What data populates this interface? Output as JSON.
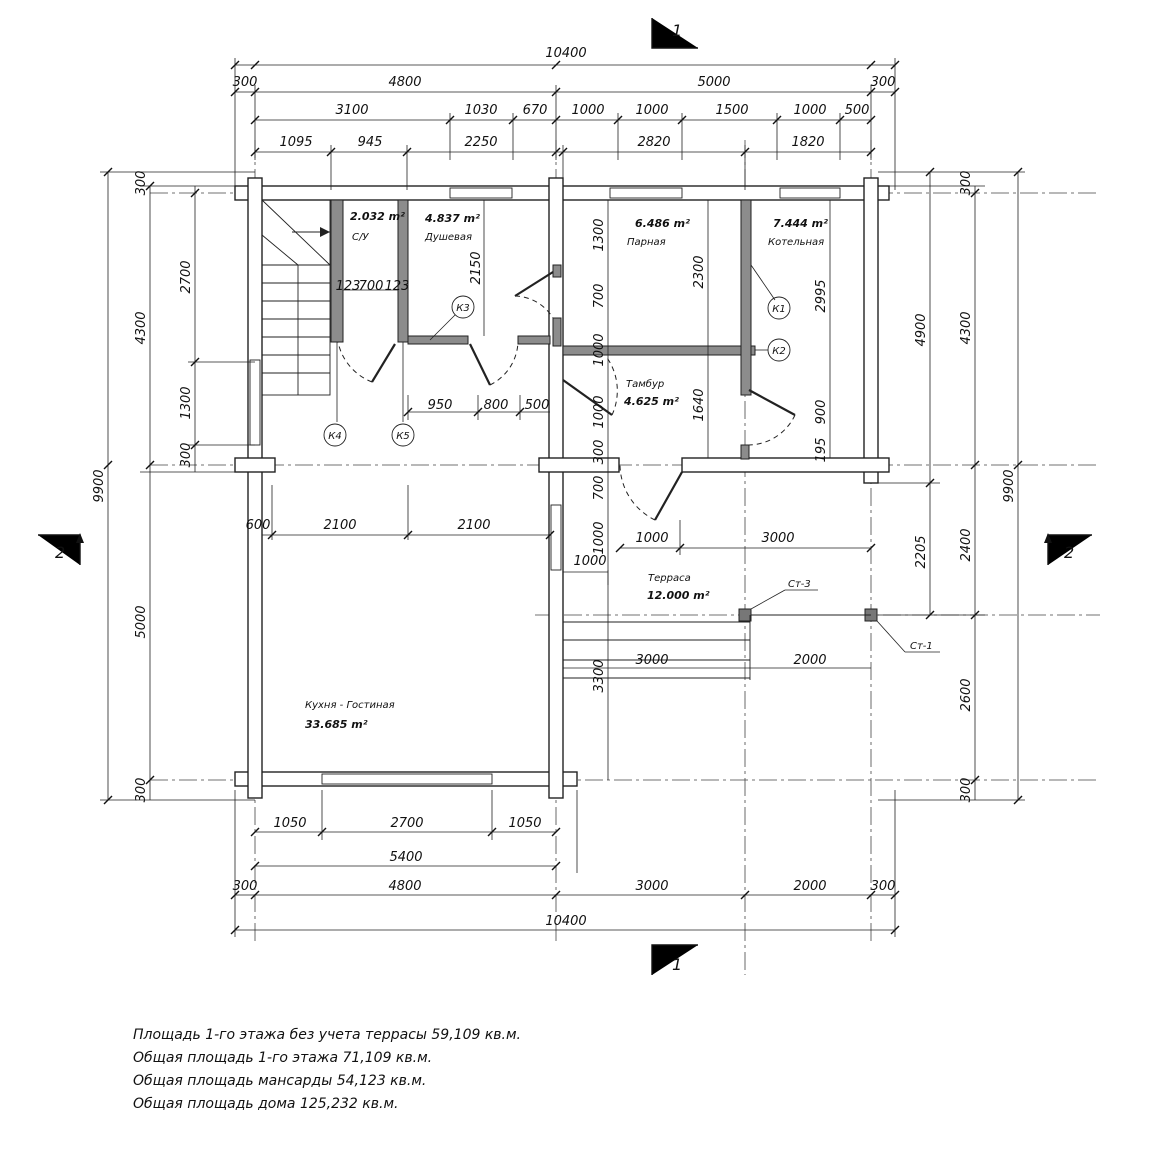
{
  "dims": {
    "top_total": "10400",
    "top_l1a": "300",
    "top_l1b": "4800",
    "top_l1c": "5000",
    "top_l1d": "300",
    "top_l2": [
      "3100",
      "1030",
      "670",
      "1000",
      "1000",
      "1500",
      "1000",
      "500"
    ],
    "top_l3": [
      "1095",
      "945",
      "2250",
      "2820",
      "1820"
    ],
    "bot_total": "10400",
    "bot_l1": [
      "300",
      "4800",
      "3000",
      "2000",
      "300"
    ],
    "bot_5400": "5400",
    "bot_l3": [
      "1050",
      "2700",
      "1050"
    ],
    "left_total": "9900",
    "left_4300": "4300",
    "left_5000": "5000",
    "left_inner": [
      "300",
      "2700",
      "1300",
      "300",
      "300"
    ],
    "right_total": "9900",
    "right_4300": "4300",
    "right_4900": "4900",
    "right_2400": "2400",
    "right_2600": "2600",
    "right_2205": "2205",
    "right_top300": "300",
    "right_bot300": "300",
    "interior": {
      "d123a": "123",
      "d700": "700",
      "d123b": "123",
      "d2150": "2150",
      "d1300": "1300",
      "d700b": "700",
      "d1000a": "1000",
      "d1000b": "1000",
      "d2300": "2300",
      "d1640": "1640",
      "d2995": "2995",
      "d900": "900",
      "d195": "195",
      "d950": "950",
      "d800": "800",
      "d500": "500",
      "d300v": "300",
      "d700c": "700",
      "d1000c": "1000",
      "d1000h": "1000",
      "d1000h2": "1000",
      "d3000h": "3000",
      "d600": "600",
      "d2100a": "2100",
      "d2100b": "2100",
      "d3300": "3300",
      "d3000t": "3000",
      "d2000t": "2000"
    }
  },
  "rooms": {
    "su_area": "2.032 m²",
    "su_name": "С/У",
    "shower_area": "4.837 m²",
    "shower_name": "Душевая",
    "steam_area": "6.486 m²",
    "steam_name": "Парная",
    "boiler_area": "7.444 m²",
    "boiler_name": "Котельная",
    "vest_name": "Тамбур",
    "vest_area": "4.625 m²",
    "terrace_name": "Терраса",
    "terrace_area": "12.000 m²",
    "kitchen_name": "Кухня - Гостиная",
    "kitchen_area": "33.685 m²"
  },
  "tags": {
    "k1": "К1",
    "k2": "К2",
    "k3": "К3",
    "k4": "К4",
    "k5": "К5",
    "st3": "Ст-3",
    "st1": "Ст-1"
  },
  "sections": {
    "top": "1",
    "bottom": "1",
    "left": "2",
    "right": "2"
  },
  "notes": [
    "Площадь 1-го этажа без учета террасы 59,109 кв.м.",
    "Общая площадь 1-го этажа 71,109 кв.м.",
    "Общая площадь мансарды 54,123 кв.м.",
    "Общая площадь дома 125,232 кв.м."
  ]
}
